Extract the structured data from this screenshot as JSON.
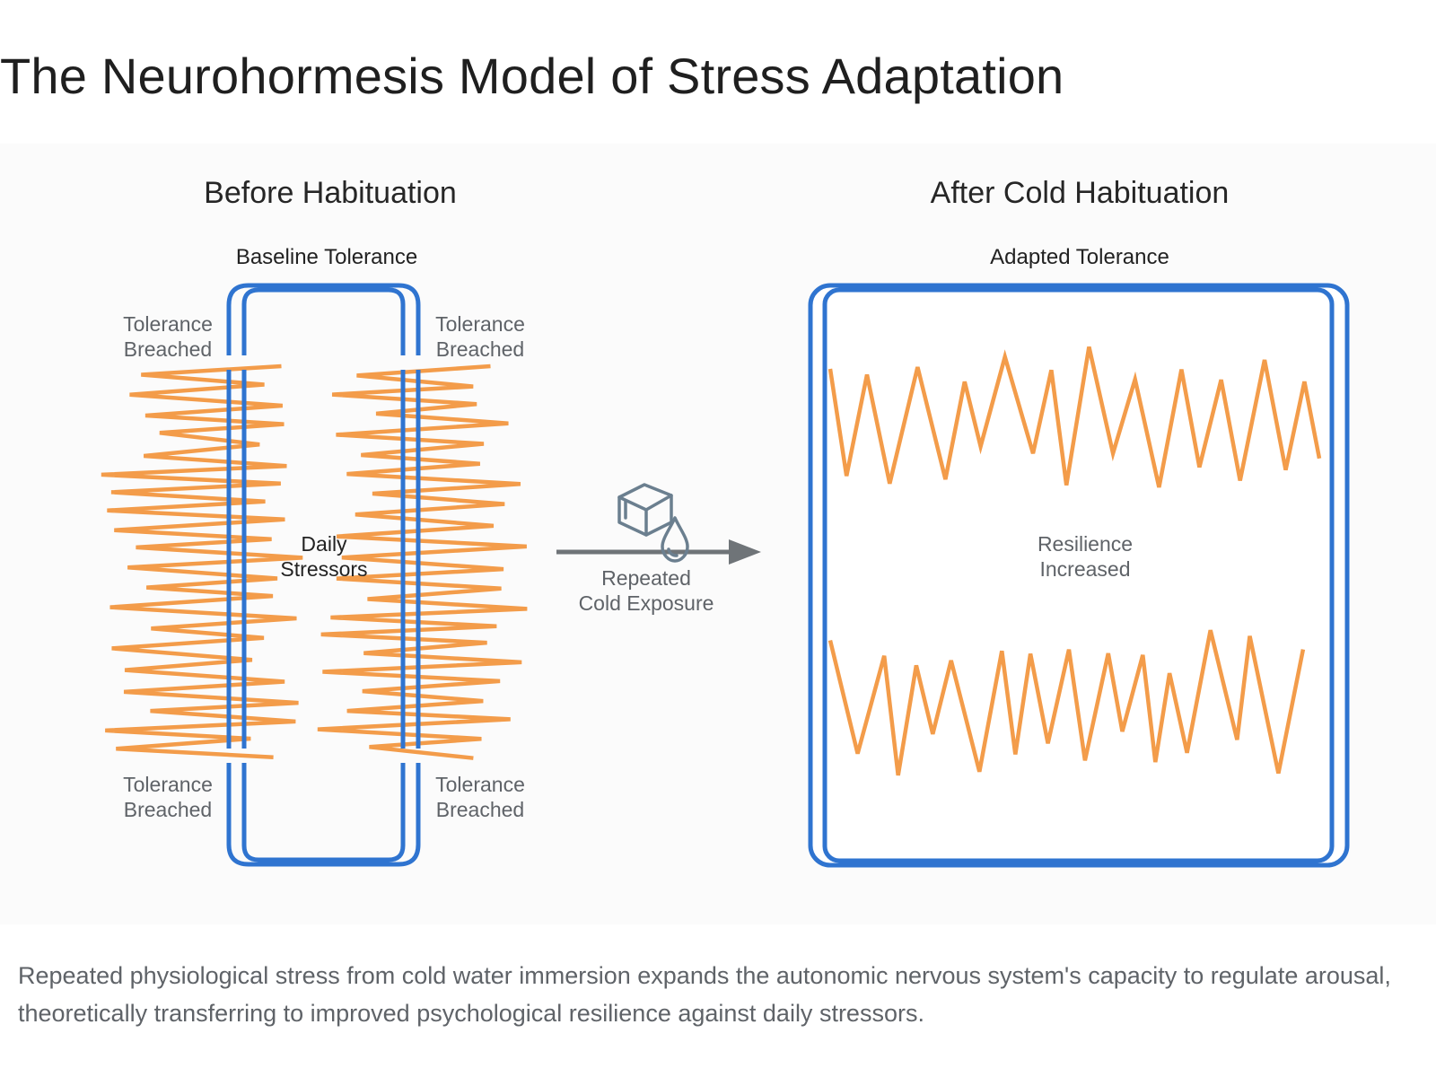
{
  "title": "The Neurohormesis Model of Stress Adaptation",
  "before": {
    "title": "Before Habituation",
    "container_label": "Baseline Tolerance",
    "breach_label_line1": "Tolerance",
    "breach_label_line2": "Breached",
    "center_label_line1": "Daily",
    "center_label_line2": "Stressors"
  },
  "transition": {
    "icon": "ice-cube-droplet-icon",
    "label_line1": "Repeated",
    "label_line2": "Cold Exposure"
  },
  "after": {
    "title": "After Cold Habituation",
    "container_label": "Adapted Tolerance",
    "center_label_line1": "Resilience",
    "center_label_line2": "Increased"
  },
  "caption": "Repeated physiological stress from cold water immersion expands the autonomic nervous system's capacity to regulate arousal, theoretically transferring to improved psychological resilience against daily stressors.",
  "colors": {
    "tolerance_border": "#2f74d0",
    "stress_wave": "#f39c4a",
    "arrow": "#6f7478",
    "icon": "#6b7f8f"
  }
}
